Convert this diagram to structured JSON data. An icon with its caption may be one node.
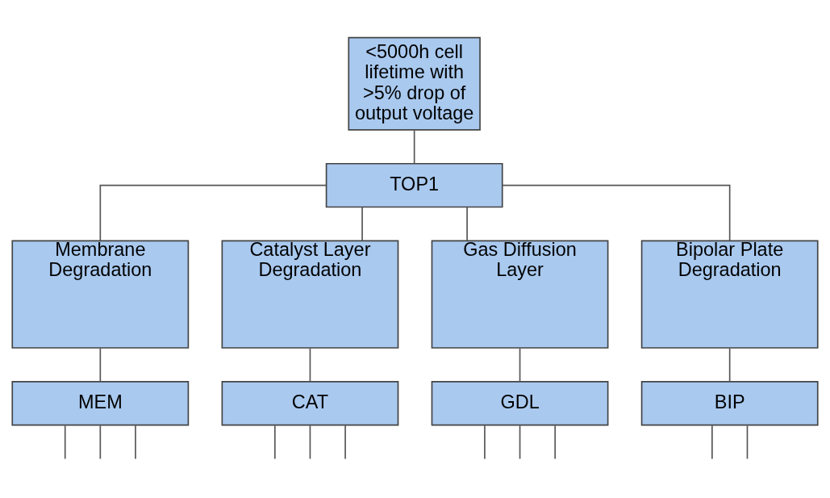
{
  "diagram": {
    "nodes": [
      {
        "text": [
          "<5000h cell lifetime with >5% drop of output voltage"
        ]
      },
      {
        "text": [
          "TOP1"
        ]
      },
      {
        "text": [
          "Membrane Degradation"
        ]
      },
      {
        "text": [
          "MEM"
        ]
      },
      {
        "text": [
          "Catalyst Layer Degradation"
        ]
      },
      {
        "text": [
          "CAT"
        ]
      },
      {
        "text": [
          "Gas Diffusion Layer"
        ]
      },
      {
        "text": [
          "GDL"
        ]
      },
      {
        "text": [
          "Bipolar Plate Degradation"
        ]
      },
      {
        "text": [
          "BIP"
        ]
      }
    ],
    "edges": [
      {
        "from": 0,
        "to": 1,
        "arrow": "none"
      },
      {
        "from": 1,
        "to": 2,
        "arrow": "none"
      },
      {
        "from": 1,
        "to": 4,
        "arrow": "none"
      },
      {
        "from": 1,
        "to": 6,
        "arrow": "none"
      },
      {
        "from": 1,
        "to": 8,
        "arrow": "none"
      },
      {
        "from": 2,
        "to": 3,
        "arrow": "none"
      },
      {
        "from": 4,
        "to": 5,
        "arrow": "none"
      },
      {
        "from": 6,
        "to": 7,
        "arrow": "none"
      },
      {
        "from": 8,
        "to": 9,
        "arrow": "none"
      },
      {
        "from": 3,
        "to": null,
        "arrow": "none"
      },
      {
        "from": 3,
        "to": null,
        "arrow": "none"
      },
      {
        "from": 3,
        "to": null,
        "arrow": "none"
      },
      {
        "from": 5,
        "to": null,
        "arrow": "none"
      },
      {
        "from": 5,
        "to": null,
        "arrow": "none"
      },
      {
        "from": 5,
        "to": null,
        "arrow": "none"
      },
      {
        "from": 7,
        "to": null,
        "arrow": "none"
      },
      {
        "from": 7,
        "to": null,
        "arrow": "none"
      },
      {
        "from": 7,
        "to": null,
        "arrow": "none"
      },
      {
        "from": 9,
        "to": null,
        "arrow": "none"
      },
      {
        "from": 9,
        "to": null,
        "arrow": "none"
      }
    ]
  }
}
